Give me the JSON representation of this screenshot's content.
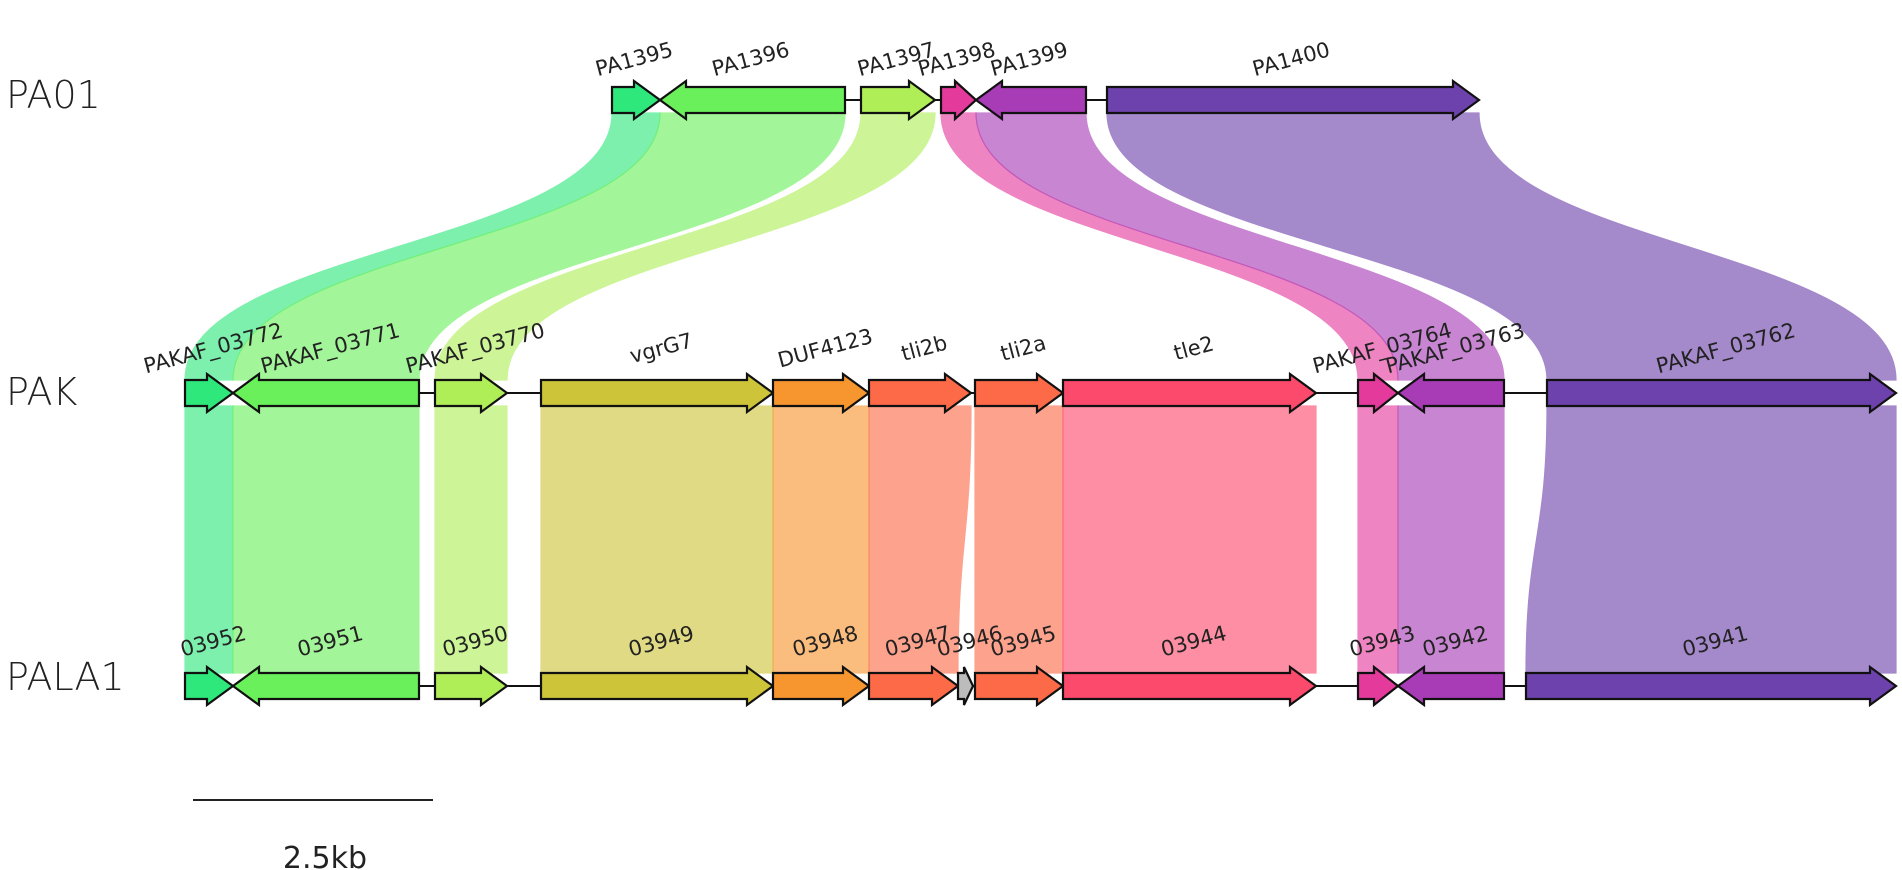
{
  "tracks": [
    {
      "name": "PA01",
      "genes": [
        {
          "label": "PA1395",
          "strand": "+",
          "color": "#2ee87c"
        },
        {
          "label": "PA1396",
          "strand": "-",
          "color": "#6af05a"
        },
        {
          "label": "PA1397",
          "strand": "+",
          "color": "#b0ee58"
        },
        {
          "label": "PA1398",
          "strand": "+",
          "color": "#e43a9c"
        },
        {
          "label": "PA1399",
          "strand": "-",
          "color": "#a83cb6"
        },
        {
          "label": "PA1400",
          "strand": "+",
          "color": "#6d42ac"
        }
      ]
    },
    {
      "name": "PAK",
      "genes": [
        {
          "label": "PAKAF_03772",
          "strand": "+",
          "color": "#2ee87c"
        },
        {
          "label": "PAKAF_03771",
          "strand": "-",
          "color": "#6af05a"
        },
        {
          "label": "PAKAF_03770",
          "strand": "+",
          "color": "#b0ee58"
        },
        {
          "label": "vgrG7",
          "strand": "+",
          "color": "#cec43a"
        },
        {
          "label": "DUF4123",
          "strand": "+",
          "color": "#f7952f"
        },
        {
          "label": "tli2b",
          "strand": "+",
          "color": "#fc6a48"
        },
        {
          "label": "tli2a",
          "strand": "+",
          "color": "#fc6a48"
        },
        {
          "label": "tle2",
          "strand": "+",
          "color": "#fc4a6c"
        },
        {
          "label": "PAKAF_03764",
          "strand": "+",
          "color": "#e43a9c"
        },
        {
          "label": "PAKAF_03763",
          "strand": "-",
          "color": "#a83cb6"
        },
        {
          "label": "PAKAF_03762",
          "strand": "+",
          "color": "#6d42ac"
        }
      ]
    },
    {
      "name": "PALA1",
      "genes": [
        {
          "label": "03952",
          "strand": "+",
          "color": "#2ee87c"
        },
        {
          "label": "03951",
          "strand": "-",
          "color": "#6af05a"
        },
        {
          "label": "03950",
          "strand": "+",
          "color": "#b0ee58"
        },
        {
          "label": "03949",
          "strand": "+",
          "color": "#cec43a"
        },
        {
          "label": "03948",
          "strand": "+",
          "color": "#f7952f"
        },
        {
          "label": "03947",
          "strand": "+",
          "color": "#fc6a48"
        },
        {
          "label": "03946",
          "strand": "+",
          "color": "#bcbcbc"
        },
        {
          "label": "03945",
          "strand": "+",
          "color": "#fc6a48"
        },
        {
          "label": "03944",
          "strand": "+",
          "color": "#fc4a6c"
        },
        {
          "label": "03943",
          "strand": "+",
          "color": "#e43a9c"
        },
        {
          "label": "03942",
          "strand": "-",
          "color": "#a83cb6"
        },
        {
          "label": "03941",
          "strand": "+",
          "color": "#6d42ac"
        }
      ]
    }
  ],
  "links": [
    {
      "from": [
        0,
        0
      ],
      "to": [
        1,
        0
      ],
      "color": "#2ee87c"
    },
    {
      "from": [
        0,
        1
      ],
      "to": [
        1,
        1
      ],
      "color": "#6af05a"
    },
    {
      "from": [
        0,
        2
      ],
      "to": [
        1,
        2
      ],
      "color": "#b0ee58"
    },
    {
      "from": [
        0,
        3
      ],
      "to": [
        1,
        8
      ],
      "color": "#e43a9c"
    },
    {
      "from": [
        0,
        4
      ],
      "to": [
        1,
        9
      ],
      "color": "#a83cb6"
    },
    {
      "from": [
        0,
        5
      ],
      "to": [
        1,
        10
      ],
      "color": "#6d42ac"
    },
    {
      "from": [
        1,
        0
      ],
      "to": [
        2,
        0
      ],
      "color": "#2ee87c"
    },
    {
      "from": [
        1,
        1
      ],
      "to": [
        2,
        1
      ],
      "color": "#6af05a"
    },
    {
      "from": [
        1,
        2
      ],
      "to": [
        2,
        2
      ],
      "color": "#b0ee58"
    },
    {
      "from": [
        1,
        3
      ],
      "to": [
        2,
        3
      ],
      "color": "#cec43a"
    },
    {
      "from": [
        1,
        4
      ],
      "to": [
        2,
        4
      ],
      "color": "#f7952f"
    },
    {
      "from": [
        1,
        5
      ],
      "to": [
        2,
        5
      ],
      "color": "#fc6a48"
    },
    {
      "from": [
        1,
        6
      ],
      "to": [
        2,
        7
      ],
      "color": "#fc6a48"
    },
    {
      "from": [
        1,
        7
      ],
      "to": [
        2,
        8
      ],
      "color": "#fc4a6c"
    },
    {
      "from": [
        1,
        8
      ],
      "to": [
        2,
        9
      ],
      "color": "#e43a9c"
    },
    {
      "from": [
        1,
        9
      ],
      "to": [
        2,
        10
      ],
      "color": "#a83cb6"
    },
    {
      "from": [
        1,
        10
      ],
      "to": [
        2,
        11
      ],
      "color": "#6d42ac"
    }
  ],
  "scale_bar": {
    "label": "2.5kb"
  }
}
